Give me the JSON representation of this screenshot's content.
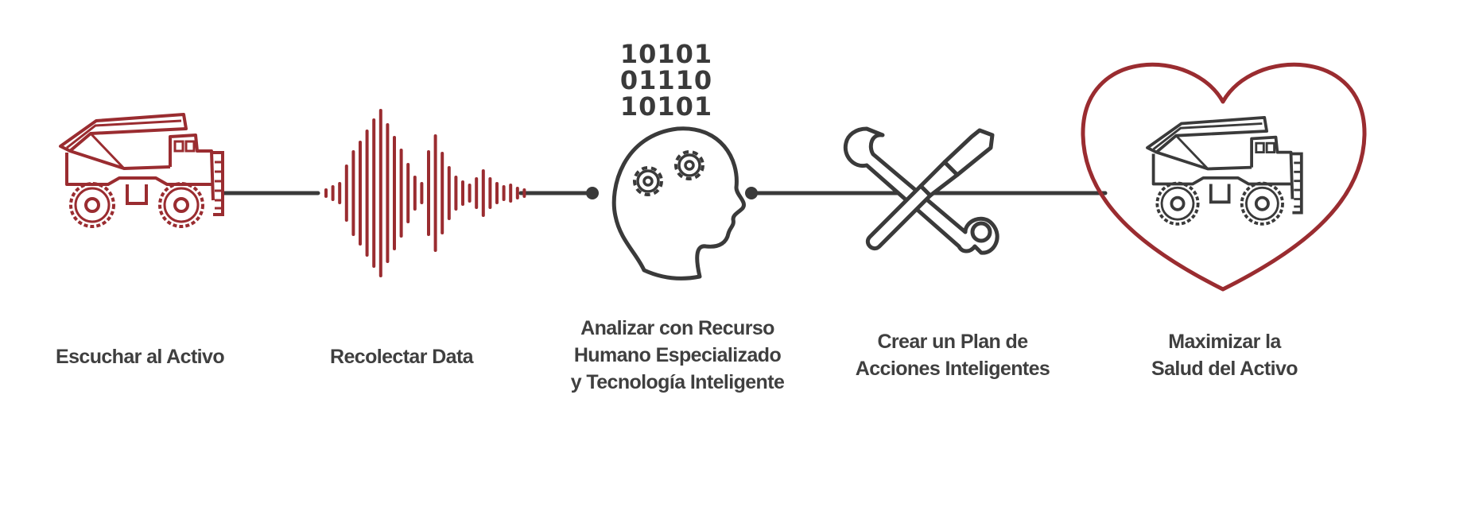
{
  "colors": {
    "accent": "#9a2c30",
    "dark": "#3a3a3a",
    "text": "#3f3f3f",
    "background": "#ffffff"
  },
  "binary": [
    "10101",
    "01110",
    "10101"
  ],
  "steps": [
    {
      "icon": "dump-truck-icon",
      "lines": [
        "Escuchar al Activo"
      ]
    },
    {
      "icon": "sound-wave-icon",
      "lines": [
        "Recolectar Data"
      ]
    },
    {
      "icon": "head-gears-icon",
      "lines": [
        "Analizar con Recurso",
        "Humano Especializado",
        "y Tecnología Inteligente"
      ]
    },
    {
      "icon": "wrench-screwdriver-icon",
      "lines": [
        "Crear un Plan de",
        "Acciones Inteligentes"
      ]
    },
    {
      "icon": "heart-truck-icon",
      "lines": [
        "Maximizar la",
        "Salud del Activo"
      ]
    }
  ]
}
